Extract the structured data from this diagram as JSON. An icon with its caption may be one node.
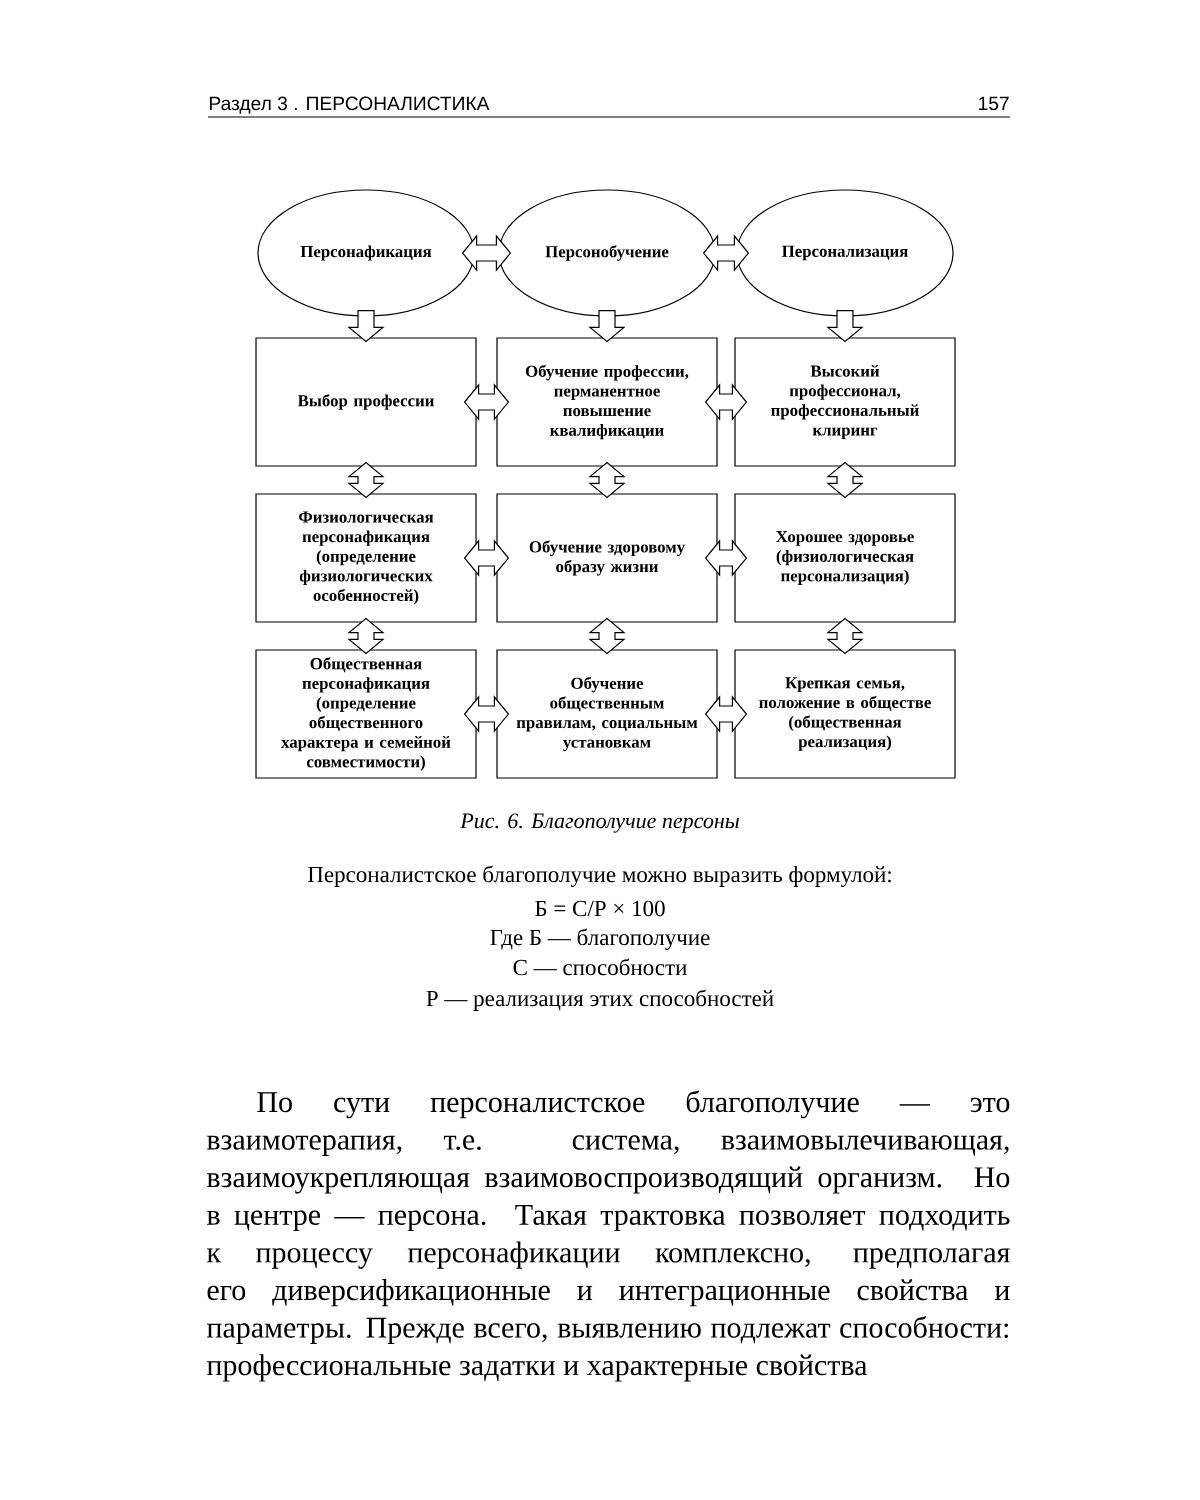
{
  "diagram": {
    "caption": "Рис. 6. Благополучие персоны",
    "nodes": [
      {
        "text": [
          "Персонафикация"
        ]
      },
      {
        "text": [
          "Персонобучение"
        ]
      },
      {
        "text": [
          "Персонализация"
        ]
      },
      {
        "text": [
          "Выбор профессии"
        ]
      },
      {
        "text": [
          "Обучение профессии, перманентное повышение квалификации"
        ]
      },
      {
        "text": [
          "Высокий профессионал, профессиональный клиринг"
        ]
      },
      {
        "text": [
          "Физиологическая персонафикация (определение физиологических особенностей)"
        ]
      },
      {
        "text": [
          "Обучение здоровому образу жизни"
        ]
      },
      {
        "text": [
          "Хорошее здоровье (физиологическая персонализация)"
        ]
      },
      {
        "text": [
          "Общественная персонафикация (определение общественного характера и семейной совместимости)"
        ]
      },
      {
        "text": [
          "Обучение общественным правилам, социальным установкам"
        ]
      },
      {
        "text": [
          "Крепкая семья, положение в обществе (общественная реализация)"
        ]
      }
    ],
    "edges": [
      {
        "from": 0,
        "to": 1,
        "arrow": "both"
      },
      {
        "from": 1,
        "to": 2,
        "arrow": "both"
      },
      {
        "from": 0,
        "to": 3,
        "arrow": "to"
      },
      {
        "from": 1,
        "to": 4,
        "arrow": "to"
      },
      {
        "from": 2,
        "to": 5,
        "arrow": "to"
      },
      {
        "from": 3,
        "to": 4,
        "arrow": "both"
      },
      {
        "from": 4,
        "to": 5,
        "arrow": "both"
      },
      {
        "from": 3,
        "to": 6,
        "arrow": "both"
      },
      {
        "from": 4,
        "to": 7,
        "arrow": "both"
      },
      {
        "from": 5,
        "to": 8,
        "arrow": "both"
      },
      {
        "from": 6,
        "to": 7,
        "arrow": "both"
      },
      {
        "from": 7,
        "to": 8,
        "arrow": "both"
      },
      {
        "from": 6,
        "to": 9,
        "arrow": "both"
      },
      {
        "from": 7,
        "to": 10,
        "arrow": "both"
      },
      {
        "from": 8,
        "to": 11,
        "arrow": "both"
      },
      {
        "from": 9,
        "to": 10,
        "arrow": "both"
      },
      {
        "from": 10,
        "to": 11,
        "arrow": "both"
      }
    ],
    "labels": [
      "Раздел 3 . ПЕРСОНАЛИСТИКА",
      "157",
      "Персоналистское благополучие можно выразить формулой:",
      "Б = С/Р × 100",
      "Где Б — благополучие",
      "С — способности",
      "Р — реализация этих способностей",
      "По сути персоналистское благополучие — это взаимотерапия, т.е. система, взаимовылечивающая, взаимоукрепляющая взаимовоспроизводящий организм. Но в центре — персона. Такая трактовка позволяет подходить к процессу персонафикации комплексно, предполагая его диверсификационные и интеграционные свойства и параметры. Прежде всего, выявлению подлежат способности: профессиональные задатки и характерные свойства"
    ]
  }
}
